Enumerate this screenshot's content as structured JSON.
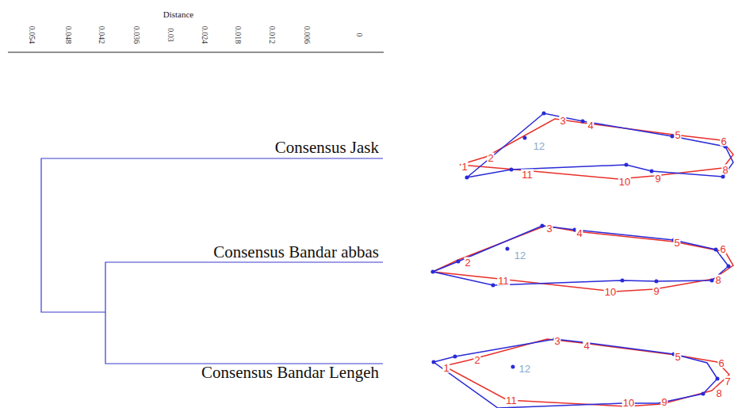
{
  "diagram": {
    "labels": [
      "Distance",
      "0.054",
      "0.048",
      "0.042",
      "0.036",
      "0.03",
      "0.024",
      "0.018",
      "0.012",
      "0.006",
      "0",
      "Consensus Jask",
      "Consensus Bandar abbas",
      "Consensus Bandar Lengeh",
      "1",
      "2",
      "3",
      "4",
      "5",
      "6",
      "8",
      "9",
      "10",
      "11",
      "12",
      "2",
      "3",
      "4",
      "5",
      "6",
      "8",
      "9",
      "10",
      "11",
      "12",
      "1",
      "2",
      "3",
      "4",
      "5",
      "6",
      "7",
      "8",
      "9",
      "10",
      "11",
      "12"
    ]
  }
}
